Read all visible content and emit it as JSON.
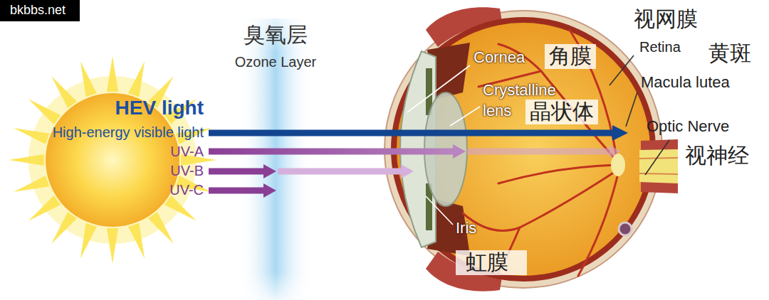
{
  "diagram": {
    "labels": [
      "bkbbs.net",
      "臭氧层",
      "Ozone Layer",
      "HEV light",
      "High-energy visible light",
      "UV-A",
      "UV-B",
      "UV-C",
      "Cornea",
      "角膜",
      "Crystalline lens",
      "晶状体",
      "Iris",
      "虹膜",
      "视网膜",
      "Retina",
      "黄斑",
      "Macula lutea",
      "Optic Nerve",
      "视神经"
    ]
  }
}
